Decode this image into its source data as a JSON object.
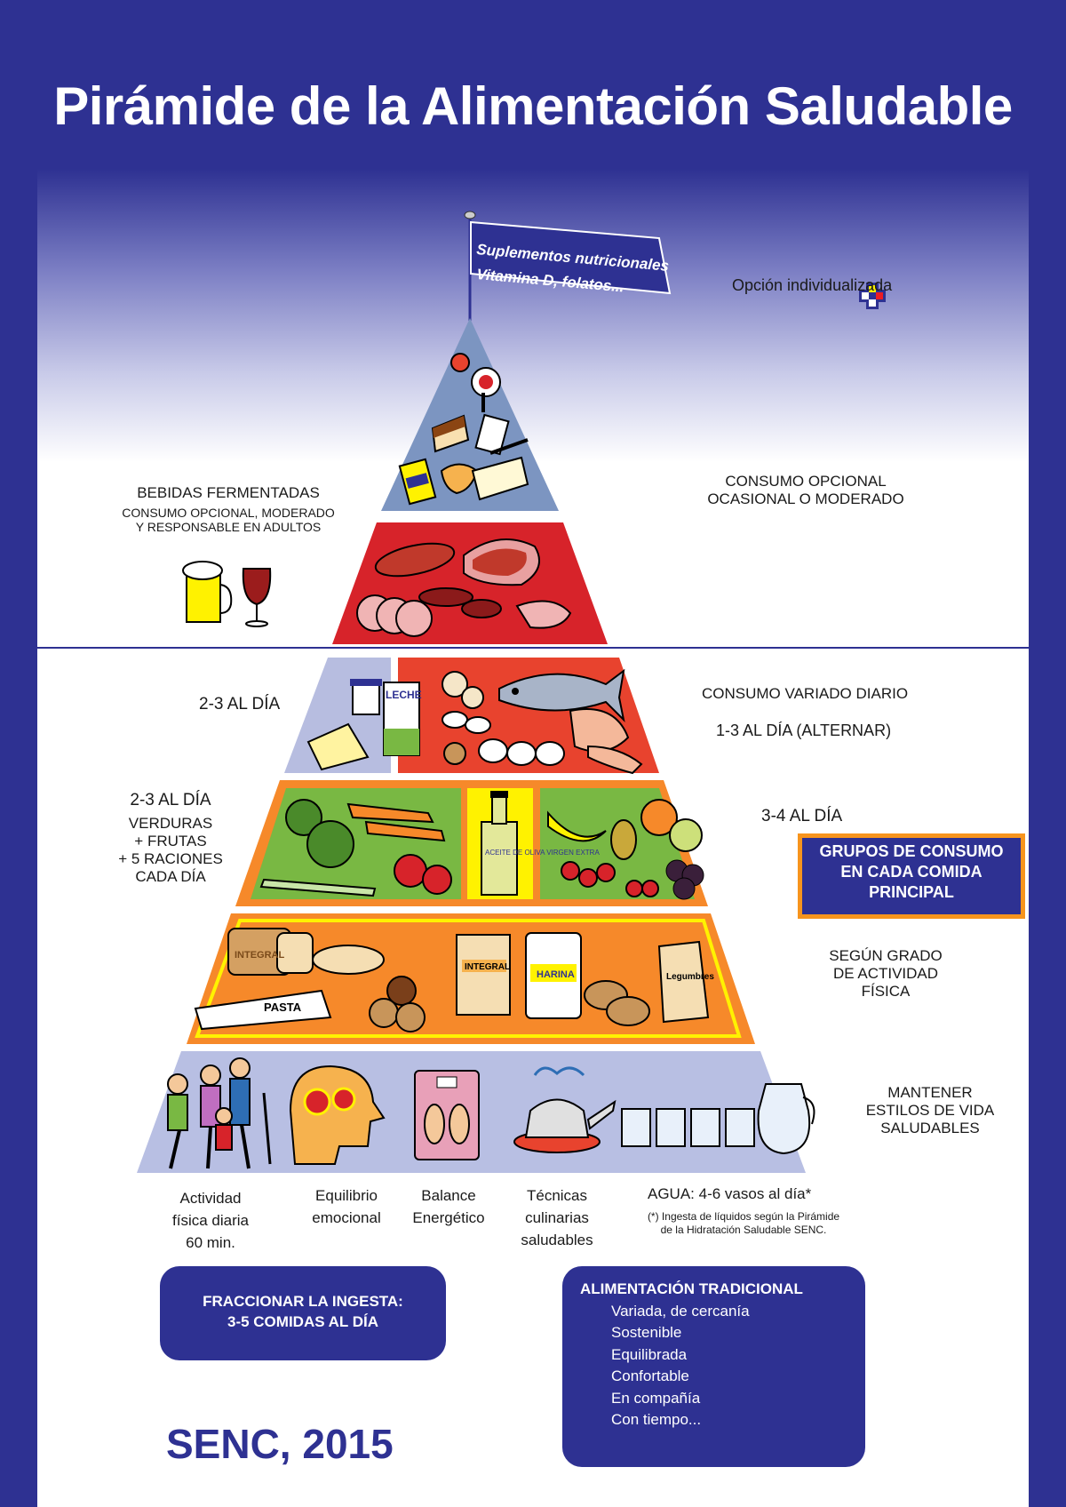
{
  "title": "Pirámide de la Alimentación Saludable",
  "flag": {
    "line1": "Suplementos nutricionales",
    "line2": "Vitamina D, folatos..."
  },
  "optional_individual": "Opción individualizada",
  "tiers": {
    "top": {
      "right_line1": "CONSUMO OPCIONAL",
      "right_line2": "OCASIONAL O MODERADO"
    },
    "fermented": {
      "title": "BEBIDAS FERMENTADAS",
      "line1": "CONSUMO OPCIONAL, MODERADO",
      "line2": "Y RESPONSABLE EN ADULTOS"
    },
    "dairy_protein": {
      "left": "2-3  AL DÍA",
      "right_line1": "CONSUMO VARIADO DIARIO",
      "right_line2": "1-3  AL DÍA (ALTERNAR)",
      "milk_label": "LECHE"
    },
    "veg_fruit": {
      "left_line1": "2-3  AL DÍA",
      "left_line2": "VERDURAS",
      "left_line3": "+ FRUTAS",
      "left_line4": "+ 5 RACIONES",
      "left_line5": "CADA DÍA",
      "right": "3-4  AL DÍA",
      "oil_label": "ACEITE DE OLIVA VIRGEN EXTRA"
    },
    "cereals": {
      "right_line1": "SEGÚN GRADO",
      "right_line2": "DE ACTIVIDAD",
      "right_line3": "FÍSICA",
      "bread_label": "INTEGRAL",
      "pasta_label": "PASTA",
      "cereal_label": "INTEGRAL",
      "flour_label": "HARINA",
      "legumes_label": "Legumbres"
    },
    "base": {
      "right_line1": "MANTENER",
      "right_line2": "ESTILOS DE VIDA",
      "right_line3": "SALUDABLES"
    }
  },
  "grupos_box": {
    "line1": "GRUPOS DE CONSUMO",
    "line2": "EN CADA COMIDA",
    "line3": "PRINCIPAL"
  },
  "base_items": {
    "activity": [
      "Actividad",
      "física diaria",
      "60 min."
    ],
    "emotional": [
      "Equilibrio",
      "emocional"
    ],
    "energy": [
      "Balance",
      "Energético"
    ],
    "techniques": [
      "Técnicas",
      "culinarias",
      "saludables"
    ],
    "water": "AGUA: 4-6 vasos al día*",
    "water_note1": "(*) Ingesta de líquidos según la Pirámide",
    "water_note2": "de la Hidratación Saludable SENC."
  },
  "fraccionar": {
    "line1": "FRACCIONAR LA INGESTA:",
    "line2": "3-5 COMIDAS AL DÍA"
  },
  "tradicional": {
    "title": "ALIMENTACIÓN TRADICIONAL",
    "items": [
      "Variada, de cercanía",
      "Sostenible",
      "Equilibrada",
      "Confortable",
      "En compañía",
      "Con tiempo..."
    ]
  },
  "senc": "SENC, 2015",
  "colors": {
    "brand_blue": "#2e3192",
    "top_tier": "#7c95c1",
    "meat_tier": "#d7232a",
    "dairy_tier": "#b7bde0",
    "protein_tier": "#e8432e",
    "veg_tier": "#f6892a",
    "veg_inner": "#79b843",
    "cereal_tier": "#f6892a",
    "base_tier": "#b8bfe3",
    "accent_orange": "#f7941d"
  }
}
